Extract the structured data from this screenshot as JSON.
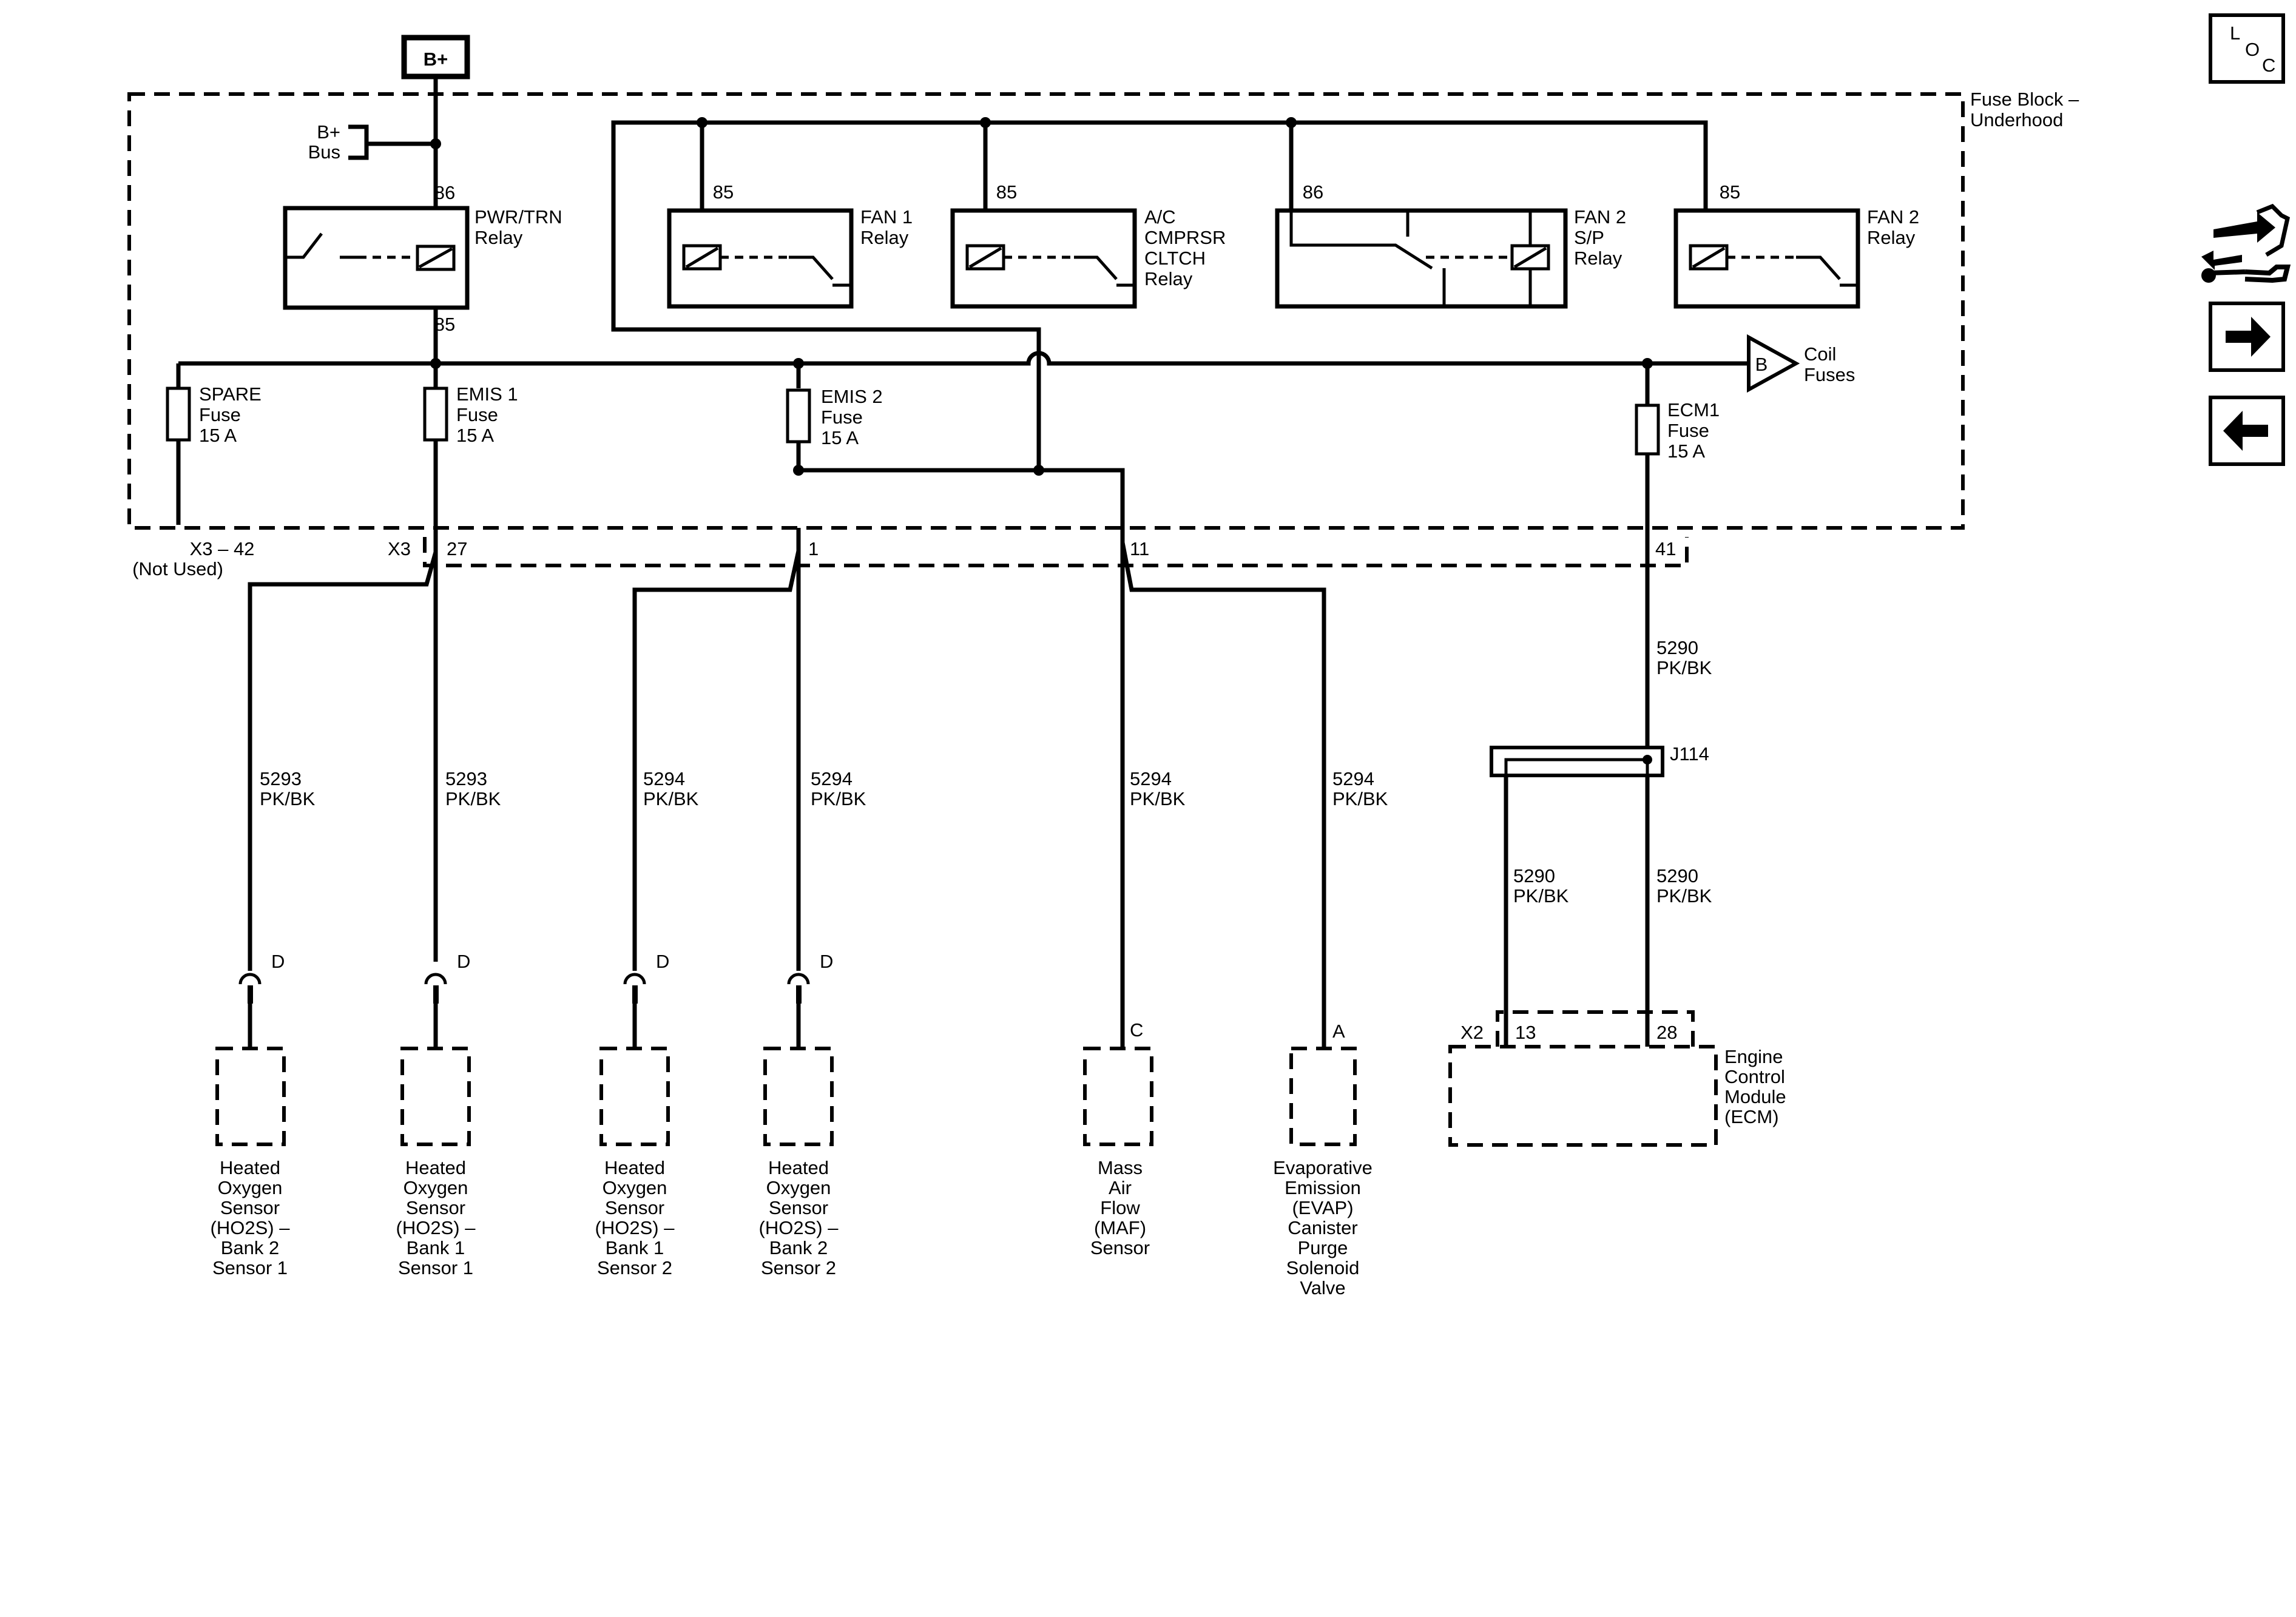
{
  "source": {
    "label": "B+"
  },
  "bus": {
    "label": [
      "B+",
      "Bus"
    ]
  },
  "fuse_block": {
    "label": [
      "Fuse Block –",
      "Underhood"
    ]
  },
  "relays": {
    "pwr_trn": {
      "label": [
        "PWR/TRN",
        "Relay"
      ],
      "pin_top": "86",
      "pin_bottom": "85"
    },
    "fan1": {
      "label": [
        "FAN 1",
        "Relay"
      ],
      "pin": "85"
    },
    "ac": {
      "label": [
        "A/C",
        "CMPRSR",
        "CLTCH",
        "Relay"
      ],
      "pin": "85"
    },
    "fan2_sp": {
      "label": [
        "FAN 2",
        "S/P",
        "Relay"
      ],
      "pin": "86"
    },
    "fan2": {
      "label": [
        "FAN 2",
        "Relay"
      ],
      "pin": "85"
    }
  },
  "fuses": {
    "spare": [
      "SPARE",
      "Fuse",
      "15 A"
    ],
    "emis1": [
      "EMIS 1",
      "Fuse",
      "15 A"
    ],
    "emis2": [
      "EMIS 2",
      "Fuse",
      "15 A"
    ],
    "ecm1": [
      "ECM1",
      "Fuse",
      "15 A"
    ]
  },
  "coil_fuses": {
    "marker": "B",
    "label": [
      "Coil",
      "Fuses"
    ]
  },
  "connectors": {
    "x3_not_used": [
      "X3 – 42",
      "(Not Used)"
    ],
    "x3": "X3",
    "pins": [
      "27",
      "1",
      "11",
      "41"
    ]
  },
  "wires": {
    "w5293": [
      "5293",
      "PK/BK"
    ],
    "w5294": [
      "5294",
      "PK/BK"
    ],
    "w5290": [
      "5290",
      "PK/BK"
    ]
  },
  "splice": "J114",
  "terminals": {
    "ho2s": "D",
    "maf": "C",
    "evap": "A"
  },
  "components": {
    "ho2s_b2s1": [
      "Heated",
      "Oxygen",
      "Sensor",
      "(HO2S) –",
      "Bank 2",
      "Sensor 1"
    ],
    "ho2s_b1s1": [
      "Heated",
      "Oxygen",
      "Sensor",
      "(HO2S) –",
      "Bank 1",
      "Sensor 1"
    ],
    "ho2s_b1s2": [
      "Heated",
      "Oxygen",
      "Sensor",
      "(HO2S) –",
      "Bank 1",
      "Sensor 2"
    ],
    "ho2s_b2s2": [
      "Heated",
      "Oxygen",
      "Sensor",
      "(HO2S) –",
      "Bank 2",
      "Sensor 2"
    ],
    "maf": [
      "Mass",
      "Air",
      "Flow",
      "(MAF)",
      "Sensor"
    ],
    "evap": [
      "Evaporative",
      "Emission",
      "(EVAP)",
      "Canister",
      "Purge",
      "Solenoid",
      "Valve"
    ]
  },
  "ecm": {
    "label": [
      "Engine",
      "Control",
      "Module",
      "(ECM)"
    ],
    "connector": "X2",
    "pins": [
      "13",
      "28"
    ]
  },
  "nav": {
    "loc": [
      "L",
      "O",
      "C"
    ],
    "icons": [
      "connector-wrench-icon",
      "arrow-right-icon",
      "arrow-left-icon"
    ]
  }
}
